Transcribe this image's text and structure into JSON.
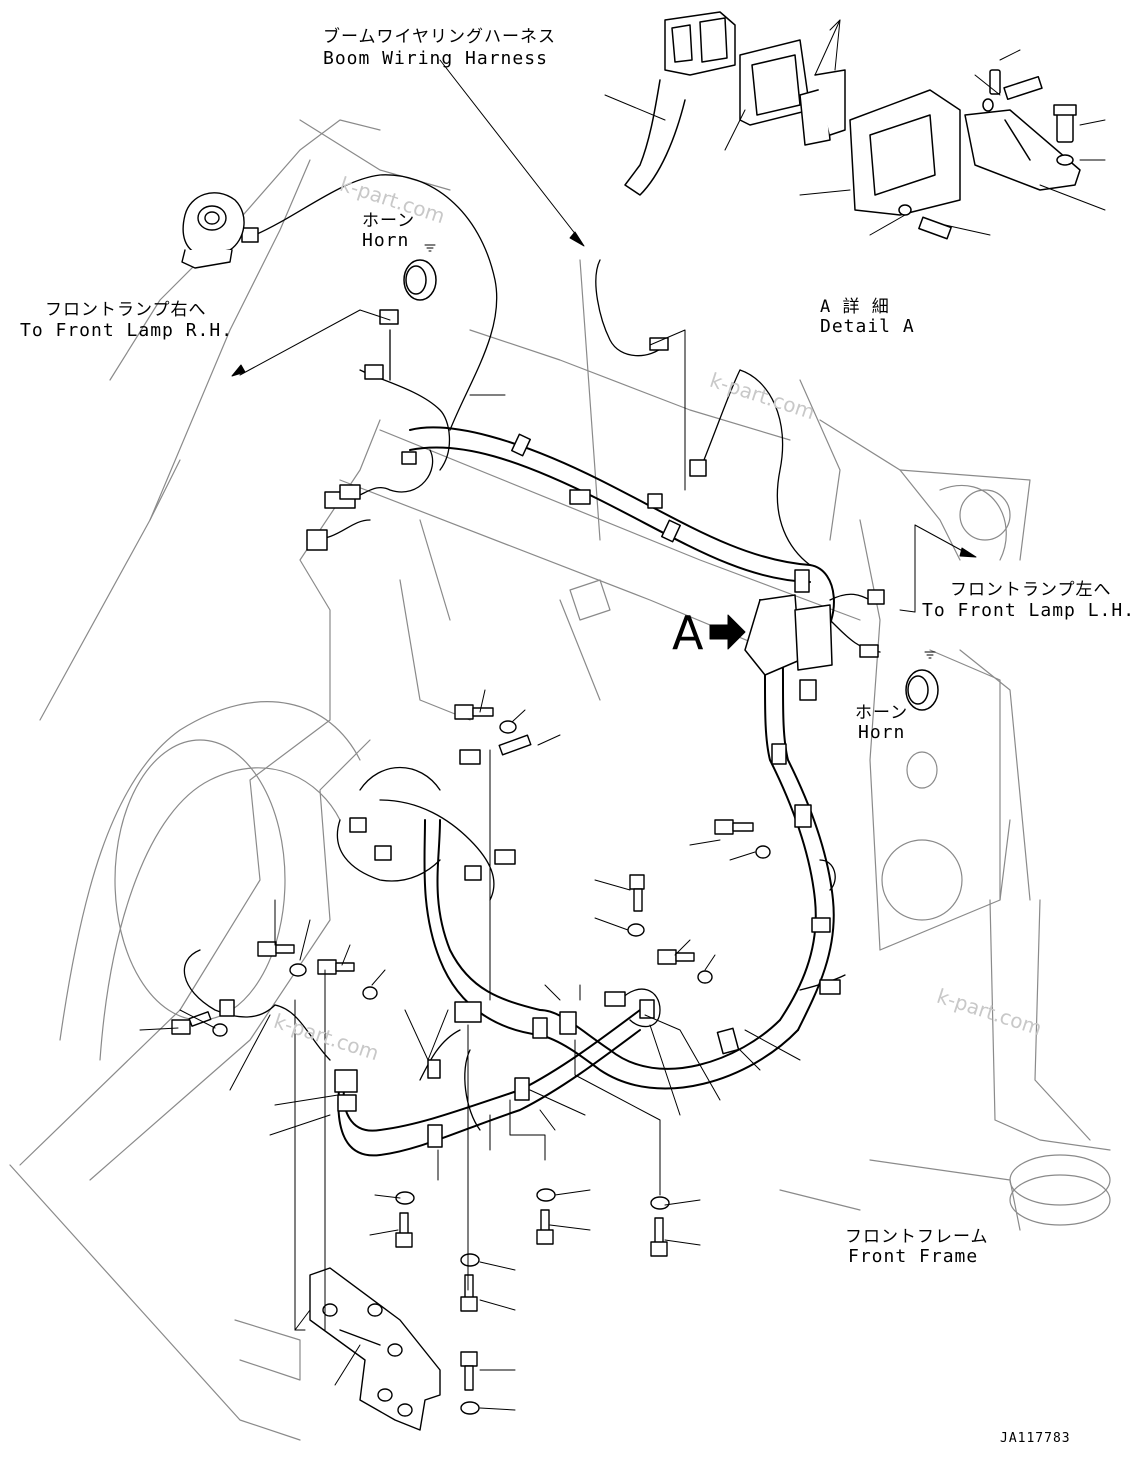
{
  "labels": {
    "boom_harness_jp": "ブームワイヤリングハーネス",
    "boom_harness_en": "Boom Wiring Harness",
    "horn_top_jp": "ホーン",
    "horn_top_en": "Horn",
    "front_lamp_rh_jp": "フロントランプ右へ",
    "front_lamp_rh_en": "To Front Lamp R.H.",
    "detail_a_jp": "A 詳 細",
    "detail_a_en": "Detail A",
    "front_lamp_lh_jp": "フロントランプ左へ",
    "front_lamp_lh_en": "To Front Lamp L.H.",
    "marker_a": "A",
    "horn_right_jp": "ホーン",
    "horn_right_en": "Horn",
    "front_frame_jp": "フロントフレーム",
    "front_frame_en": "Front Frame",
    "drawing_code": "JA117783"
  },
  "watermark": "k-part.com",
  "colors": {
    "line": "#000000",
    "frame_line": "#8a8a8a",
    "watermark": "#c8c8c8"
  }
}
